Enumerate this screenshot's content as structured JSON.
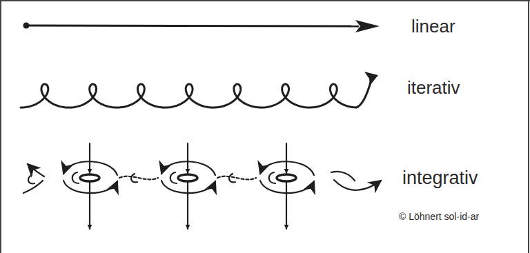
{
  "diagram": {
    "labels": [
      "linear",
      "iterativ",
      "integrativ",
      "© Löhnert sol·id·ar"
    ]
  }
}
